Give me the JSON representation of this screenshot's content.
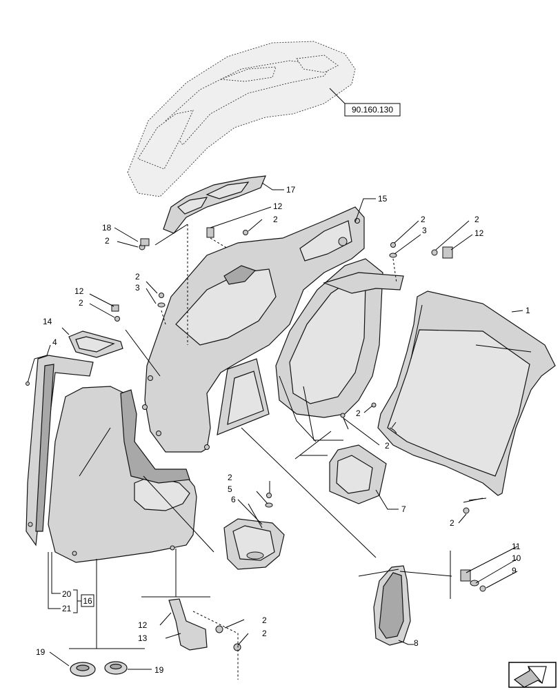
{
  "ref_label": "90.160.130",
  "bracket_label": "16",
  "callouts": {
    "c1": "1",
    "c2a": "2",
    "c2b": "2",
    "c2c": "2",
    "c2d": "2",
    "c2e": "2",
    "c2f": "2",
    "c2g": "2",
    "c2h": "2",
    "c2i": "2",
    "c2j": "2",
    "c2k": "2",
    "c2l": "2",
    "c3a": "3",
    "c3b": "3",
    "c4": "4",
    "c5": "5",
    "c6": "6",
    "c7": "7",
    "c8": "8",
    "c9": "9",
    "c10": "10",
    "c11": "11",
    "c12a": "12",
    "c12b": "12",
    "c12c": "12",
    "c12d": "12",
    "c13": "13",
    "c14": "14",
    "c15": "15",
    "c17": "17",
    "c18": "18",
    "c19a": "19",
    "c19b": "19",
    "c20": "20",
    "c21": "21"
  },
  "nav_icon": "next-page-arrow-icon"
}
